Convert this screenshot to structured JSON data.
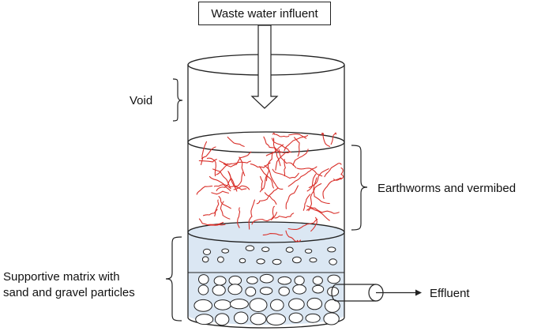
{
  "labels": {
    "influent": "Waste water influent",
    "void": "Void",
    "earthworms": "Earthworms and vermibed",
    "matrix_line1": "Supportive matrix with",
    "matrix_line2": "sand and gravel particles",
    "effluent": "Effluent"
  },
  "colors": {
    "outline": "#222222",
    "worm": "#d9302a",
    "matrix_fill": "#dbe7f3"
  }
}
